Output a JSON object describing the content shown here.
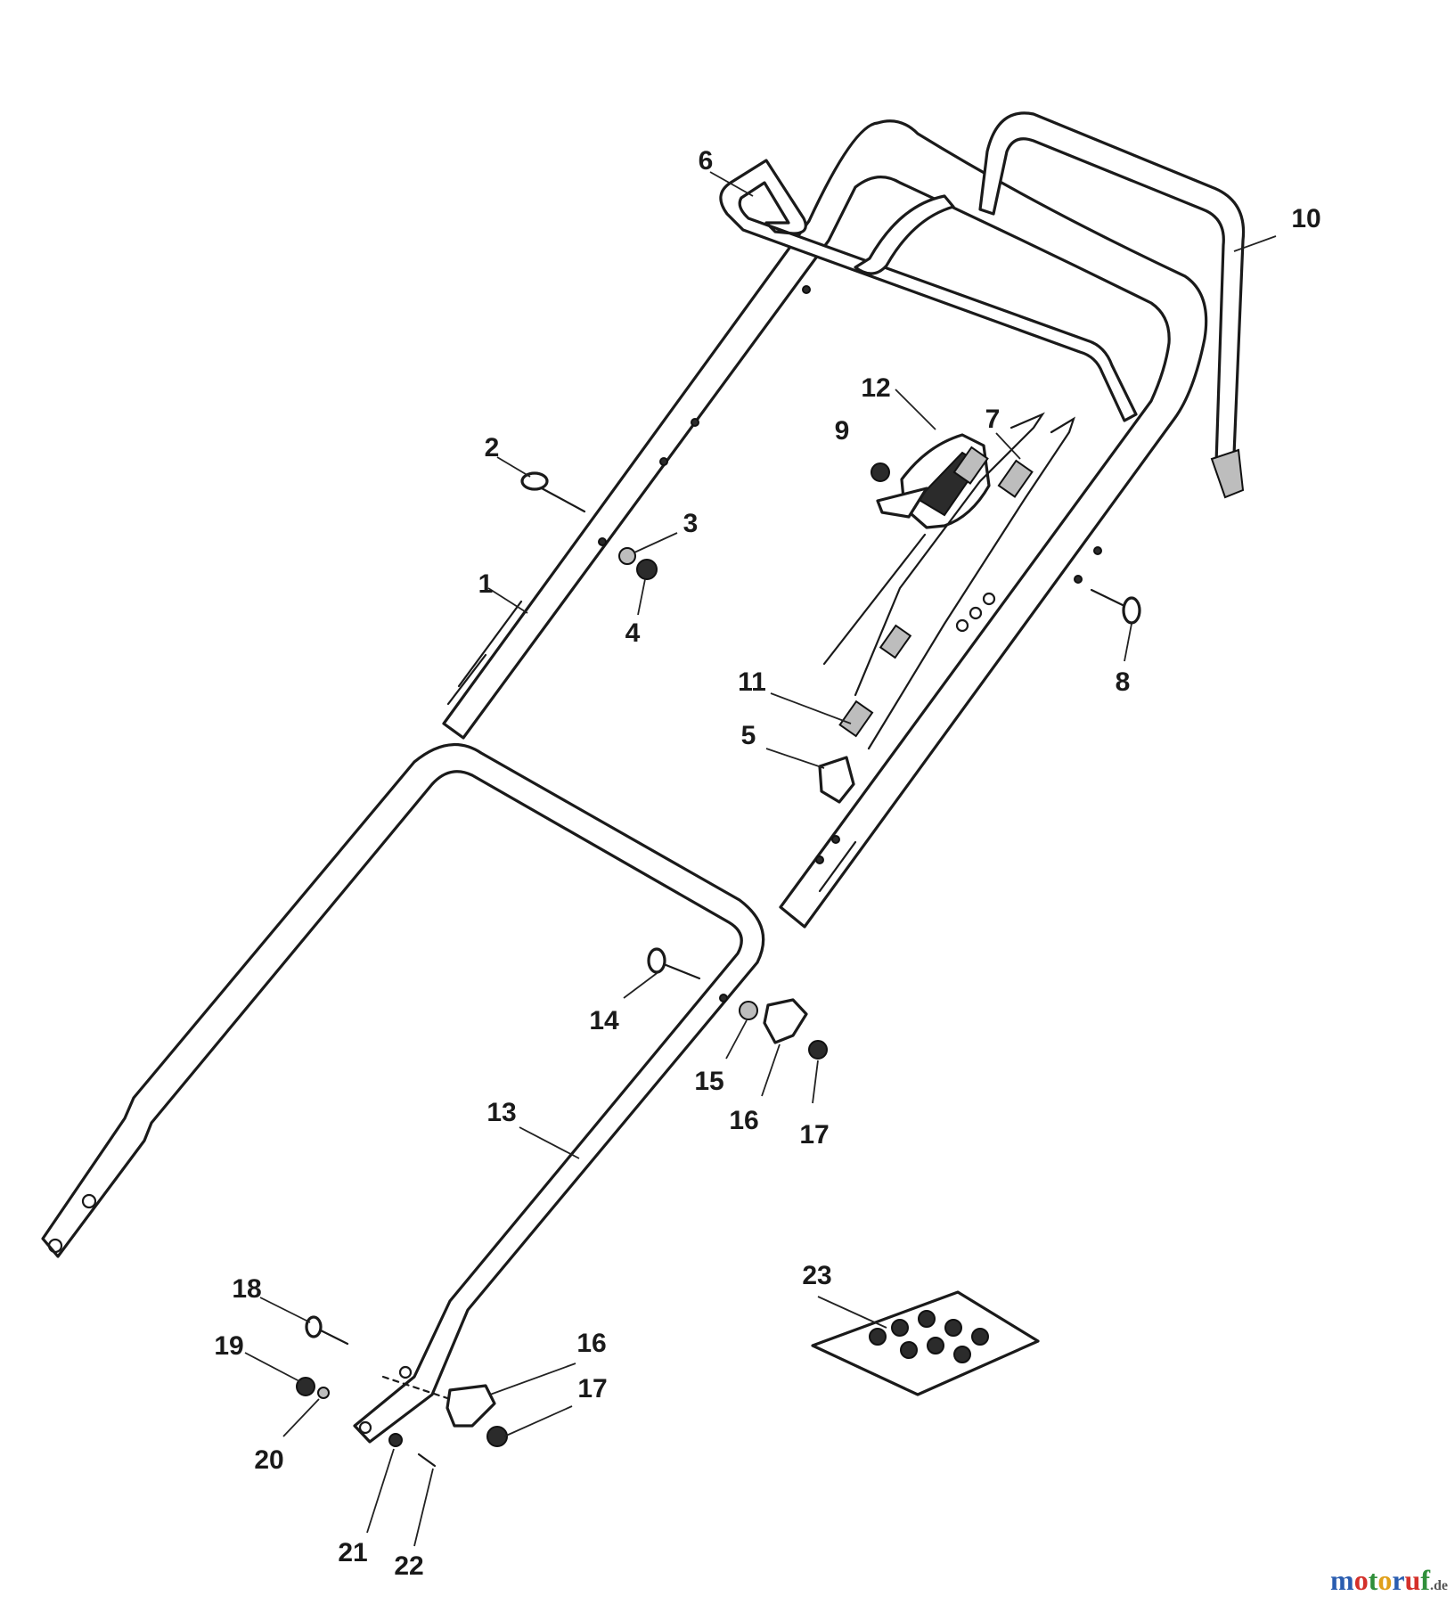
{
  "labels": [
    "1",
    "2",
    "3",
    "4",
    "5",
    "6",
    "7",
    "8",
    "9",
    "10",
    "11",
    "12",
    "13",
    "14",
    "15",
    "16",
    "17",
    "18",
    "19",
    "20",
    "21",
    "22",
    "23",
    "16",
    "17"
  ],
  "watermark": {
    "parts": [
      "m",
      "o",
      "t",
      "o",
      "r",
      "u",
      "f"
    ],
    "tld": ".de",
    "colors": [
      "#2a5db0",
      "#d4302a",
      "#2f8f3a",
      "#e0a01a"
    ]
  }
}
